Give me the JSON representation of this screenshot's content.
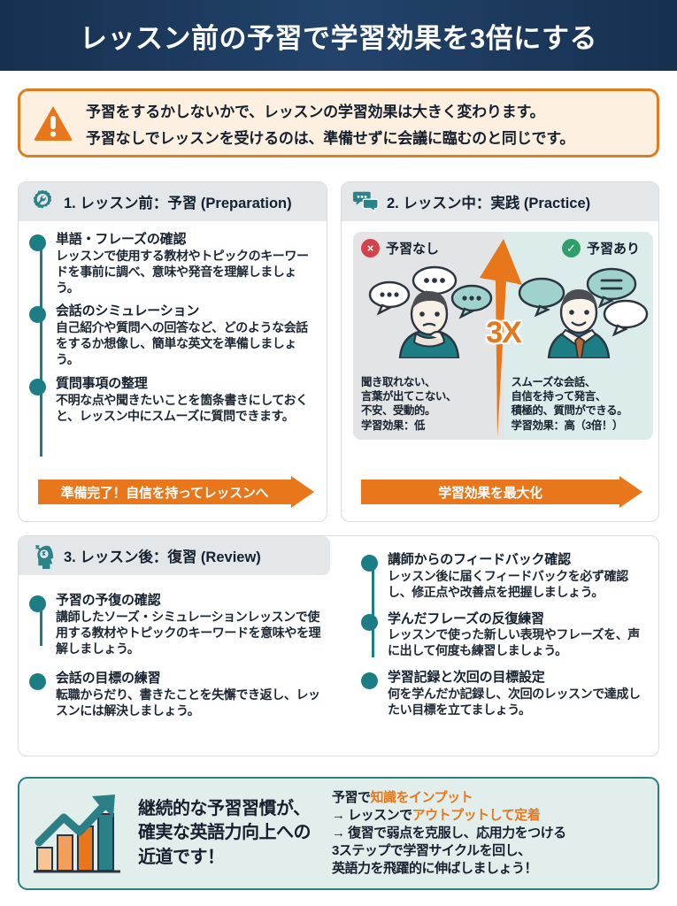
{
  "title": {
    "text": "レッスン前の予習で学習効果を3倍にする"
  },
  "alert": {
    "icon": "warning-triangle-icon",
    "lines": [
      "予習をするかしないかで、レッスンの学習効果は大きく変わります。",
      "予習なしでレッスンを受けるのは、準備せずに会議に臨むのと同じです。"
    ]
  },
  "cards": [
    {
      "icon": "gear-wrench-icon",
      "heading": "1. レッスン前：予習 (Preparation)",
      "steps": [
        {
          "title": "単語・フレーズの確認",
          "desc": "レッスンで使用する教材やトピックのキーワードを事前に調べ、意味や発音を理解しましょう。"
        },
        {
          "title": "会話のシミュレーション",
          "desc": "自己紹介や質問への回答など、どのような会話をするか想像し、簡単な英文を準備しましょう。"
        },
        {
          "title": "質問事項の整理",
          "desc": "不明な点や聞きたいことを箇条書きにしておくと、レッスン中にスムーズに質問できます。"
        }
      ],
      "cta": "準備完了！自信を持ってレッスンへ"
    },
    {
      "icon": "speech-bubbles-icon",
      "heading": "2. レッスン中：実践 (Practice)",
      "comparison": {
        "left": {
          "badge": "×",
          "label": "予習なし",
          "art": "person-confused-icon",
          "text": "聞き取れない、\n言葉が出てこない、\n不安、受動的。\n学習効果：低"
        },
        "right": {
          "badge": "✓",
          "label": "予習あり",
          "art": "person-confident-icon",
          "text": "スムーズな会話、\n自信を持って発言、\n積極的、質問ができる。\n学習効果：高（3倍！）"
        },
        "multiplier": "3X"
      },
      "cta": "学習効果を最大化"
    },
    {
      "icon": "head-brain-icon",
      "heading": "3. レッスン後：復習 (Review)",
      "steps_left": [
        {
          "title": "予習の予復の確認",
          "desc": "講師したソーズ・シミュレーションレッスンで使用する教材やトピックのキーワードを意味やを理解しましょう。"
        },
        {
          "title": "会話の目標の練習",
          "desc": "転職からだり、書きたことを失懈でき返し、レッスンには解決しましょう。"
        }
      ],
      "steps_right": [
        {
          "title": "講師からのフィードバック確認",
          "desc": "レッスン後に届くフィードバックを必ず確認し、修正点や改善点を把握しましょう。"
        },
        {
          "title": "学んだフレーズの反復練習",
          "desc": "レッスンで使った新しい表現やフレーズを、声に出して何度も練習しましょう。"
        },
        {
          "title": "学習記録と次回の目標設定",
          "desc": "何を学んだか記録し、次回のレッスンで達成したい目標を立てましょう。"
        }
      ]
    }
  ],
  "summary": {
    "icon": "bar-chart-growth-icon",
    "headline": "継続的な予習習慣が、\n確実な英語力向上への\n近道です！",
    "lines": [
      [
        {
          "t": "予習で",
          "hl": false
        },
        {
          "t": "知識をインプット",
          "hl": true
        }
      ],
      [
        {
          "t": "→ レッスンで",
          "hl": false
        },
        {
          "t": "アウトプットして定着",
          "hl": true
        }
      ],
      [
        {
          "t": "→ 復習で弱点を克服し、応用力をつける",
          "hl": true
        }
      ],
      [
        {
          "t": "3ステップで学習サイクルを回し、",
          "hl": false
        }
      ],
      [
        {
          "t": "英語力を飛躍的に伸ばしましょう！",
          "hl": false
        }
      ]
    ]
  },
  "colors": {
    "navy": "#1d3557",
    "orange": "#e8761a",
    "teal": "#1d7d84",
    "teal_border": "#2b7f86",
    "alert_bg": "#fdf0e1",
    "alert_border": "#e07b1f",
    "card_head_bg": "#e4e7ea",
    "summary_bg": "#e2eeec",
    "badge_x": "#d1434a",
    "badge_v": "#2e9e6b"
  }
}
